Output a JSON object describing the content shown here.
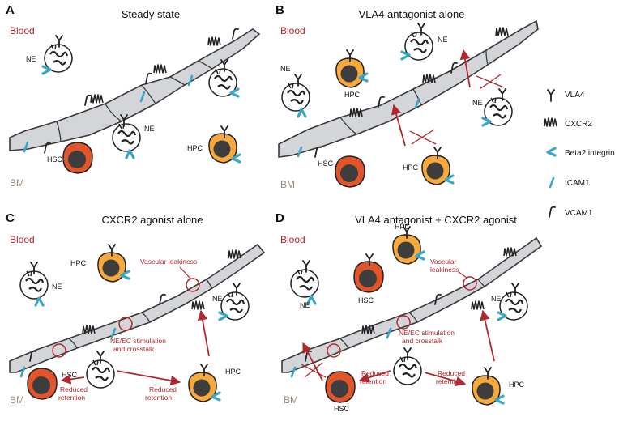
{
  "panels": [
    {
      "label": "A",
      "title": "Steady state"
    },
    {
      "label": "B",
      "title": "VLA4 antagonist alone"
    },
    {
      "label": "C",
      "title": "CXCR2 agonist alone"
    },
    {
      "label": "D",
      "title": "VLA4 antagonist + CXCR2 agonist"
    }
  ],
  "compartments": {
    "blood": "Blood",
    "bm": "BM"
  },
  "cell_types": {
    "ne": "NE",
    "hpc": "HPC",
    "hsc": "HSC"
  },
  "annotations": {
    "vascular_leakiness": [
      "Vascular",
      "leakiness"
    ],
    "vascular_leakiness_c": "Vascular leakiness",
    "ne_ec": [
      "NE/EC stimulation",
      "and crosstalk"
    ],
    "reduced_retention": [
      "Reduced",
      "retention"
    ]
  },
  "legend": [
    {
      "icon": "vla4-icon",
      "label": "VLA4"
    },
    {
      "icon": "cxcr2-icon",
      "label": "CXCR2"
    },
    {
      "icon": "beta2-integrin-icon",
      "label": "Beta2 integrin"
    },
    {
      "icon": "icam1-icon",
      "label": "ICAM1"
    },
    {
      "icon": "vcam1-icon",
      "label": "VCAM1"
    }
  ],
  "colors": {
    "vessel_fill": "#d4d5d9",
    "vessel_stroke": "#3a3a3a",
    "hpc": "#f7a93b",
    "hsc": "#e2552a",
    "nucleus": "#3d3d3d",
    "integrin": "#3aa6c6",
    "arrow": "#b0282e",
    "blood_label": "#b0282e",
    "bm_label": "#9a8a82"
  }
}
